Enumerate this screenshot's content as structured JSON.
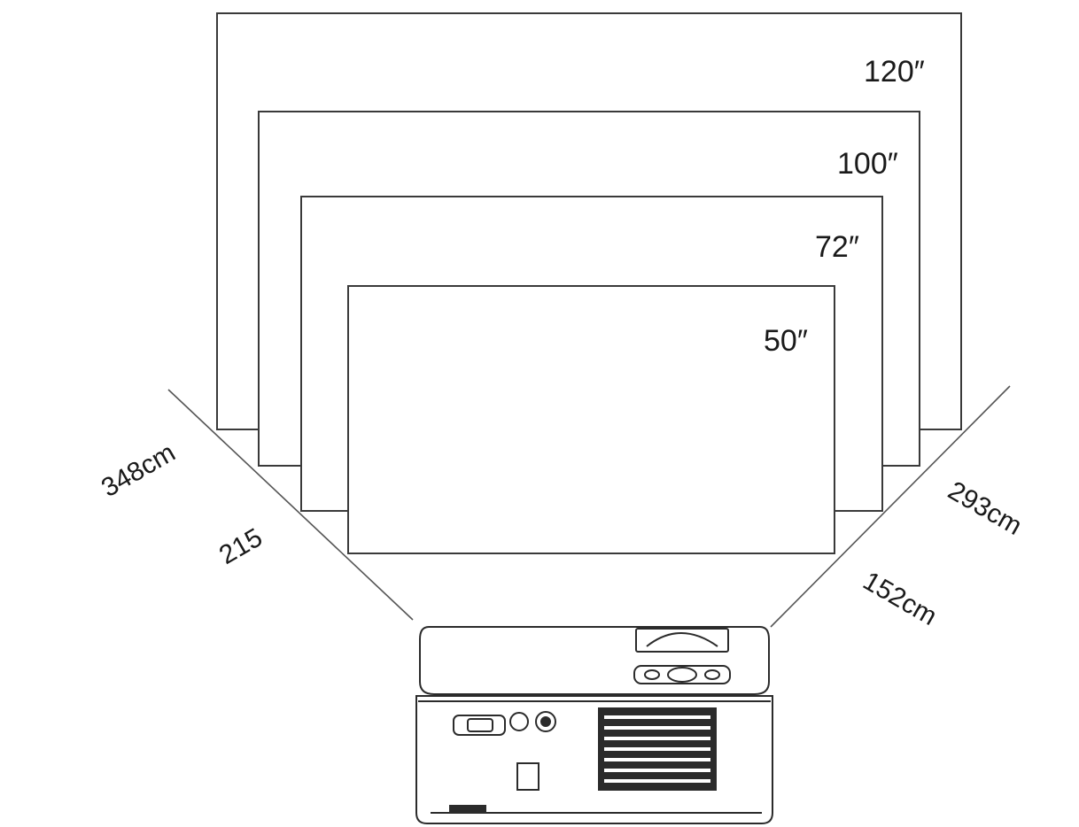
{
  "screens": [
    {
      "id": "s120",
      "label": "120″"
    },
    {
      "id": "s100",
      "label": "100″"
    },
    {
      "id": "s72",
      "label": "72″"
    },
    {
      "id": "s50",
      "label": "50″"
    }
  ],
  "distances": {
    "left_far": "348cm",
    "left_near": "215",
    "right_far": "293cm",
    "right_near": "152cm"
  },
  "colors": {
    "line": "#3a3a3a",
    "projector_body": "#ffffff",
    "vent": "#2b2b2b"
  }
}
